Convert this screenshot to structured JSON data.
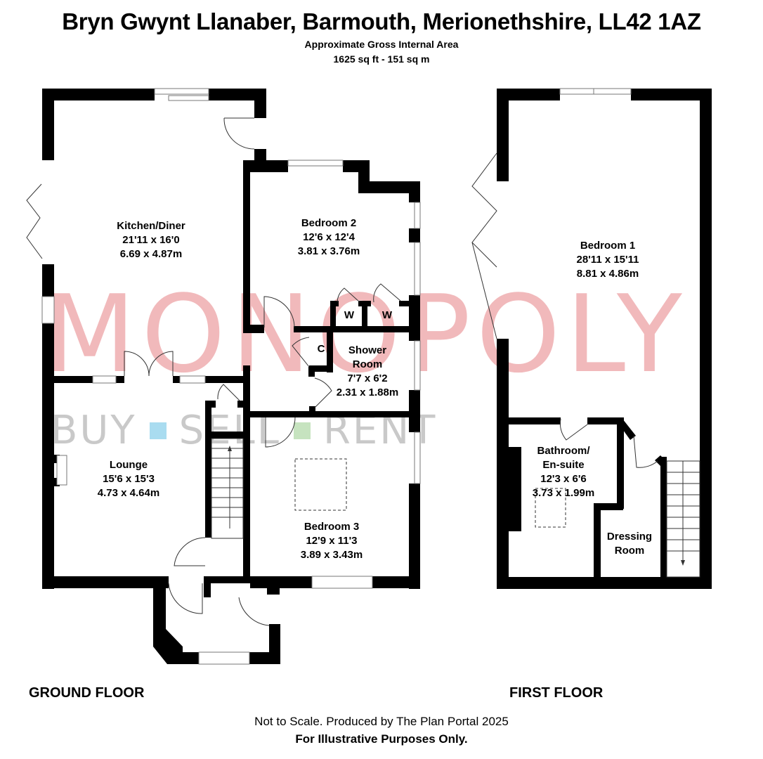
{
  "header": {
    "title": "Bryn Gwynt Llanaber, Barmouth, Merionethshire, LL42 1AZ",
    "area_label": "Approximate Gross Internal Area",
    "area_value": "1625 sq ft - 151 sq m"
  },
  "watermark": {
    "brand": "MONOPOLY",
    "tagline": [
      "BUY",
      "SELL",
      "RENT"
    ],
    "brand_color": "#f0b4b6",
    "tagline_color": "#c9c9c9",
    "square_colors": [
      "#a9dcf0",
      "#c6e3bf"
    ]
  },
  "ground_floor": {
    "label": "GROUND FLOOR",
    "rooms": [
      {
        "name": "Kitchen/Diner",
        "imperial": "21'11 x 16'0",
        "metric": "6.69 x 4.87m"
      },
      {
        "name": "Bedroom 2",
        "imperial": "12'6 x 12'4",
        "metric": "3.81 x 3.76m"
      },
      {
        "name": "Shower Room",
        "name_line2": "Room",
        "name_line1": "Shower",
        "imperial": "7'7 x 6'2",
        "metric": "2.31 x 1.88m"
      },
      {
        "name": "Lounge",
        "imperial": "15'6 x 15'3",
        "metric": "4.73 x 4.64m"
      },
      {
        "name": "Bedroom 3",
        "imperial": "12'9 x 11'3",
        "metric": "3.89 x 3.43m"
      }
    ],
    "cupboards": [
      "W",
      "W",
      "C"
    ]
  },
  "first_floor": {
    "label": "FIRST FLOOR",
    "rooms": [
      {
        "name": "Bedroom 1",
        "imperial": "28'11 x 15'11",
        "metric": "8.81 x 4.86m"
      },
      {
        "name_line1": "Bathroom/",
        "name_line2": "En-suite",
        "imperial": "12'3 x 6'6",
        "metric": "3.73 x 1.99m"
      },
      {
        "name_line1": "Dressing",
        "name_line2": "Room"
      }
    ]
  },
  "footer": {
    "disclaimer": "Not to Scale. Produced by The Plan Portal 2025",
    "note": "For Illustrative Purposes Only."
  }
}
